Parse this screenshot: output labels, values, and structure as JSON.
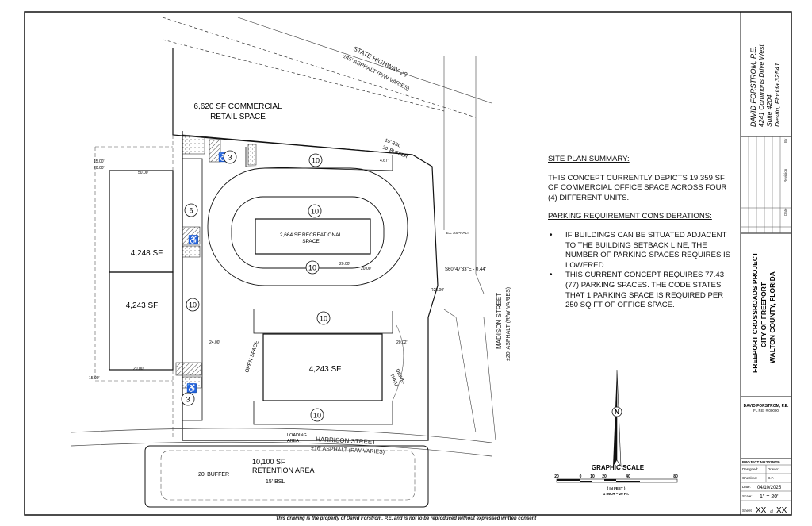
{
  "engineer": {
    "name": "DAVID FORSTROM, P.E.",
    "address1": "4241 Commons Drive West",
    "address2": "Suite 4204",
    "address3": "Destin, Florida 32541"
  },
  "revision_block": {
    "revision_label": "Revision",
    "date_label": "Date",
    "by_label": "By"
  },
  "project_title": {
    "line1": "FREEPORT CROSSROADS PROJECT",
    "line2": "CITY OF FREEPORT",
    "line3": "WALTON COUNTY, FLORIDA"
  },
  "seal_text": {
    "line1": "DAVID FORSTROM, P.E.",
    "line2": "FL P.E. # 00000"
  },
  "title_block": {
    "project_no_label": "PROJECT NO:",
    "project_no": "2025029",
    "designed_label": "Designed:",
    "drawn_label": "Drawn:",
    "checked_label": "Checked:",
    "checked_value": "D.F.",
    "date_label": "Date:",
    "date": "04/10/2025",
    "scale_label": "Scale:",
    "scale": "1\" = 20'",
    "sheet_label": "Sheet",
    "sheet_no": "XX",
    "of_label": "of",
    "sheet_total": "XX"
  },
  "summary": {
    "heading": "SITE PLAN SUMMARY:",
    "body": "THIS CONCEPT CURRENTLY DEPICTS 19,359 SF OF COMMERCIAL OFFICE SPACE ACROSS FOUR (4) DIFFERENT UNITS.",
    "parking_heading": "PARKING REQUIREMENT CONSIDERATIONS:",
    "bullets": [
      "IF BUILDINGS CAN BE SITUATED ADJACENT TO THE BUILDING SETBACK LINE, THE NUMBER OF PARKING SPACES REQUIRES IS LOWERED.",
      "THIS CURRENT CONCEPT REQUIRES 77.43 (77) PARKING SPACES.  THE CODE STATES THAT 1 PARKING SPACE IS REQUIRED PER 250 SQ FT OF OFFICE SPACE."
    ]
  },
  "plan": {
    "commercial_retail": [
      "6,620 SF COMMERCIAL",
      "RETAIL SPACE"
    ],
    "recreational": [
      "2,664 SF RECREATIONAL",
      "SPACE"
    ],
    "building_west_north": "4,248 SF",
    "building_west_south": "4,243 SF",
    "building_central": "4,243 SF",
    "retention": [
      "10,100 SF",
      "RETENTION AREA"
    ],
    "open_space": "OPEN SPACE",
    "drive_thru": [
      "DRIVE-",
      "THRU"
    ],
    "loading": [
      "LOADING",
      "AREA"
    ],
    "parking_counts": [
      "10",
      "10",
      "10",
      "10",
      "10",
      "10",
      "6",
      "3",
      "3"
    ],
    "state_highway": [
      "STATE HIGHWAY 20",
      "±45' ASPHALT  (R/W VARIES)"
    ],
    "madison": [
      "MADISON STREET",
      "±20' ASPHALT  (R/W VARIES)"
    ],
    "harrison": [
      "HARRISON STREET",
      "±16' ASPHALT    (R/W VARIES)"
    ],
    "buffer_top": [
      "15' BSL",
      "20' BUFFER"
    ],
    "buffer_bottom": [
      "20' BUFFER",
      "15' BSL"
    ],
    "bearing": "S60°47'33\"E - 0.44'",
    "asphalt_note": "EX. ASPHALT",
    "dims": [
      "15.00'",
      "20.00'",
      "50.00'",
      "20.00'",
      "15.00'",
      "24.00'",
      "20.02'",
      "R25.00'",
      "20.00'",
      "20.00'",
      "4.67'"
    ]
  },
  "graphic_scale": {
    "title": "GRAPHIC SCALE",
    "ticks": [
      "20",
      "0",
      "10",
      "20",
      "40",
      "80"
    ],
    "unit_note": "( IN FEET )",
    "equivalence": "1 INCH = 20  FT."
  },
  "north_label": "N",
  "footer": "This drawing is the property of David Forstrom, P.E. and is not to be reproduced without expressed written consent",
  "colors": {
    "line": "#111111",
    "ada_blue": "#1a1a1a",
    "hatch": "#444444"
  }
}
